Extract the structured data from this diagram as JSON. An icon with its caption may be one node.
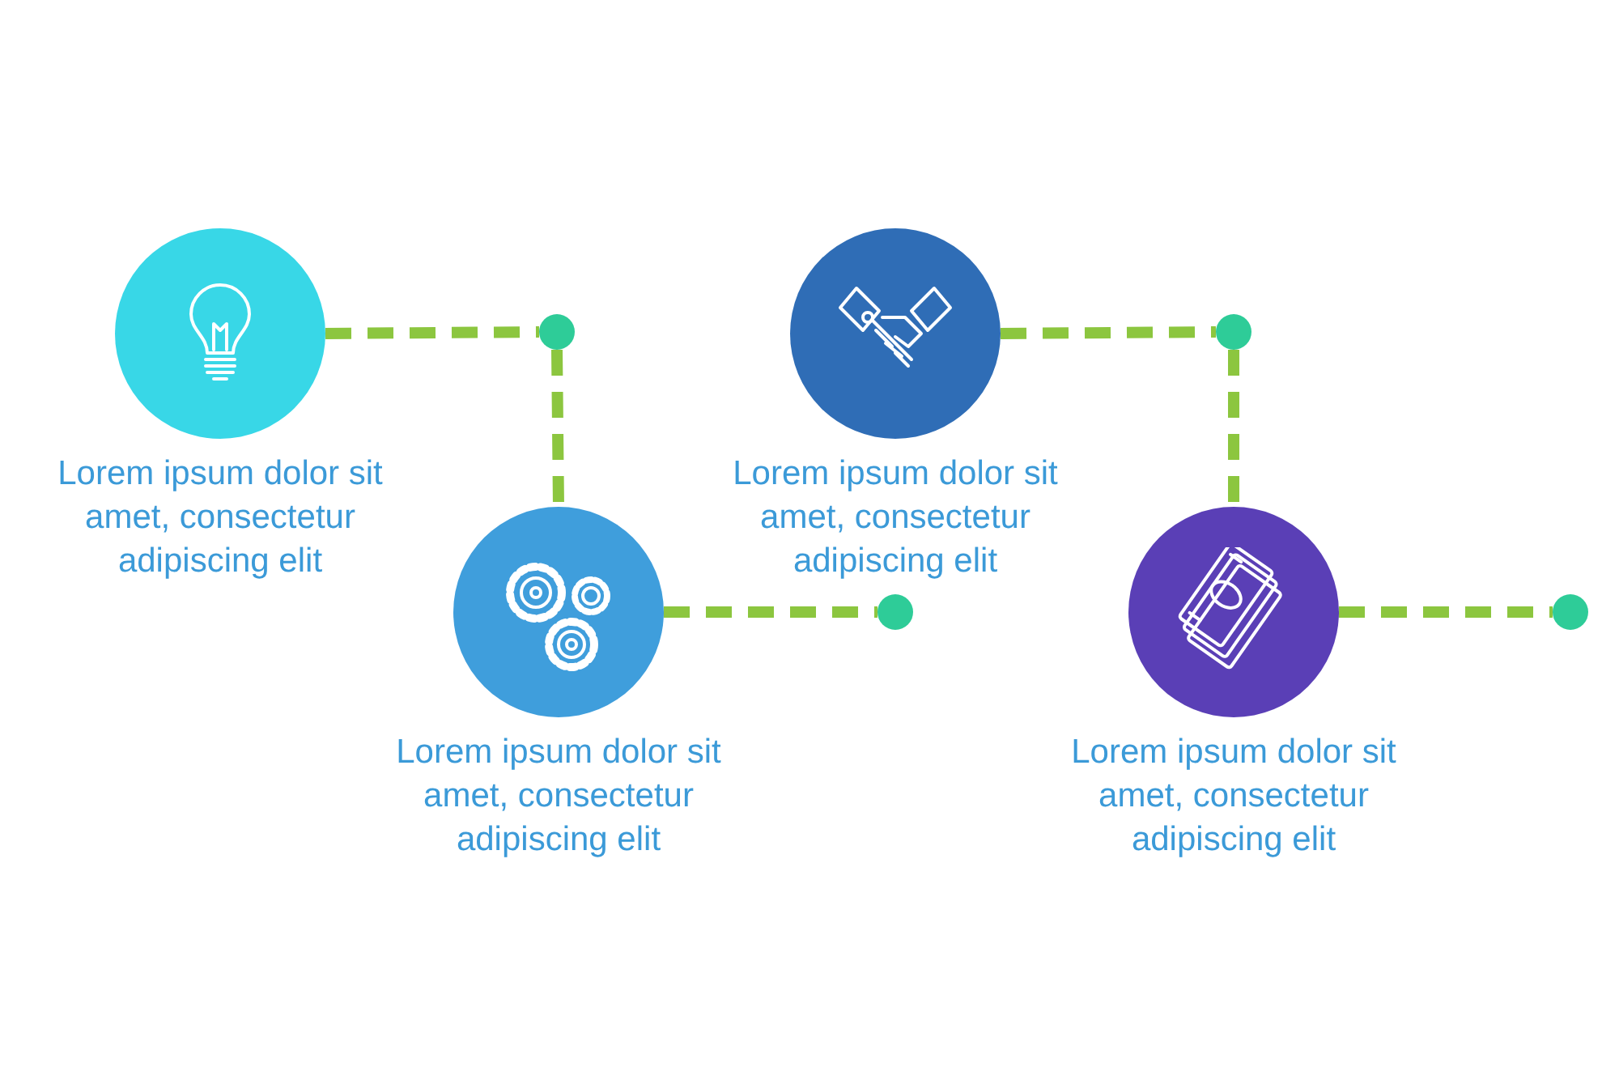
{
  "diagram": {
    "nodes": [
      {
        "text": [],
        "shape": "circle",
        "beside": [
          "Lorem ipsum dolor sit amet, consectetur adipiscing elit"
        ]
      },
      {
        "text": [],
        "shape": "circle"
      },
      {
        "text": [],
        "shape": "circle",
        "beside": [
          "Lorem ipsum dolor sit amet, consectetur adipiscing elit"
        ]
      },
      {
        "text": [],
        "shape": "circle"
      },
      {
        "text": [],
        "shape": "circle",
        "beside": [
          "Lorem ipsum dolor sit amet, consectetur adipiscing elit"
        ]
      },
      {
        "text": [],
        "shape": "circle"
      },
      {
        "text": [],
        "shape": "circle",
        "beside": [
          "Lorem ipsum dolor sit amet, consectetur adipiscing elit"
        ]
      },
      {
        "text": [],
        "shape": "circle"
      }
    ],
    "edges": [
      {
        "from": 0,
        "to": 1,
        "arrow": "none",
        "style": "dashed"
      },
      {
        "from": 1,
        "to": 2,
        "arrow": "none",
        "style": "dashed"
      },
      {
        "from": 2,
        "to": 3,
        "arrow": "none",
        "style": "dashed"
      },
      {
        "from": 4,
        "to": 5,
        "arrow": "none",
        "style": "dashed"
      },
      {
        "from": 5,
        "to": 6,
        "arrow": "none",
        "style": "dashed"
      },
      {
        "from": 6,
        "to": 7,
        "arrow": "none",
        "style": "dashed"
      }
    ]
  }
}
